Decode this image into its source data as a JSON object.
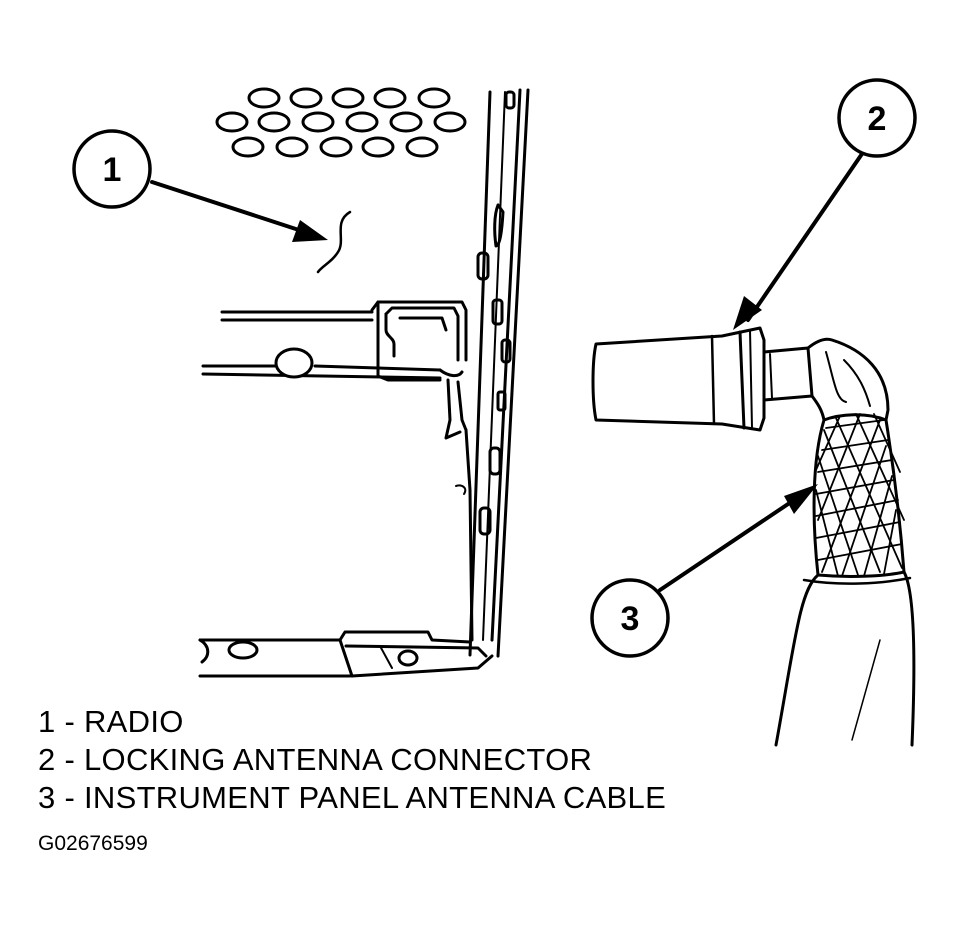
{
  "callouts": [
    {
      "number": "1"
    },
    {
      "number": "2"
    },
    {
      "number": "3"
    }
  ],
  "legend": [
    "1 - RADIO",
    "2 - LOCKING ANTENNA CONNECTOR",
    "3 - INSTRUMENT PANEL ANTENNA CABLE"
  ],
  "figure_id": "G02676599",
  "colors": {
    "line": "#000000",
    "background": "#ffffff"
  }
}
